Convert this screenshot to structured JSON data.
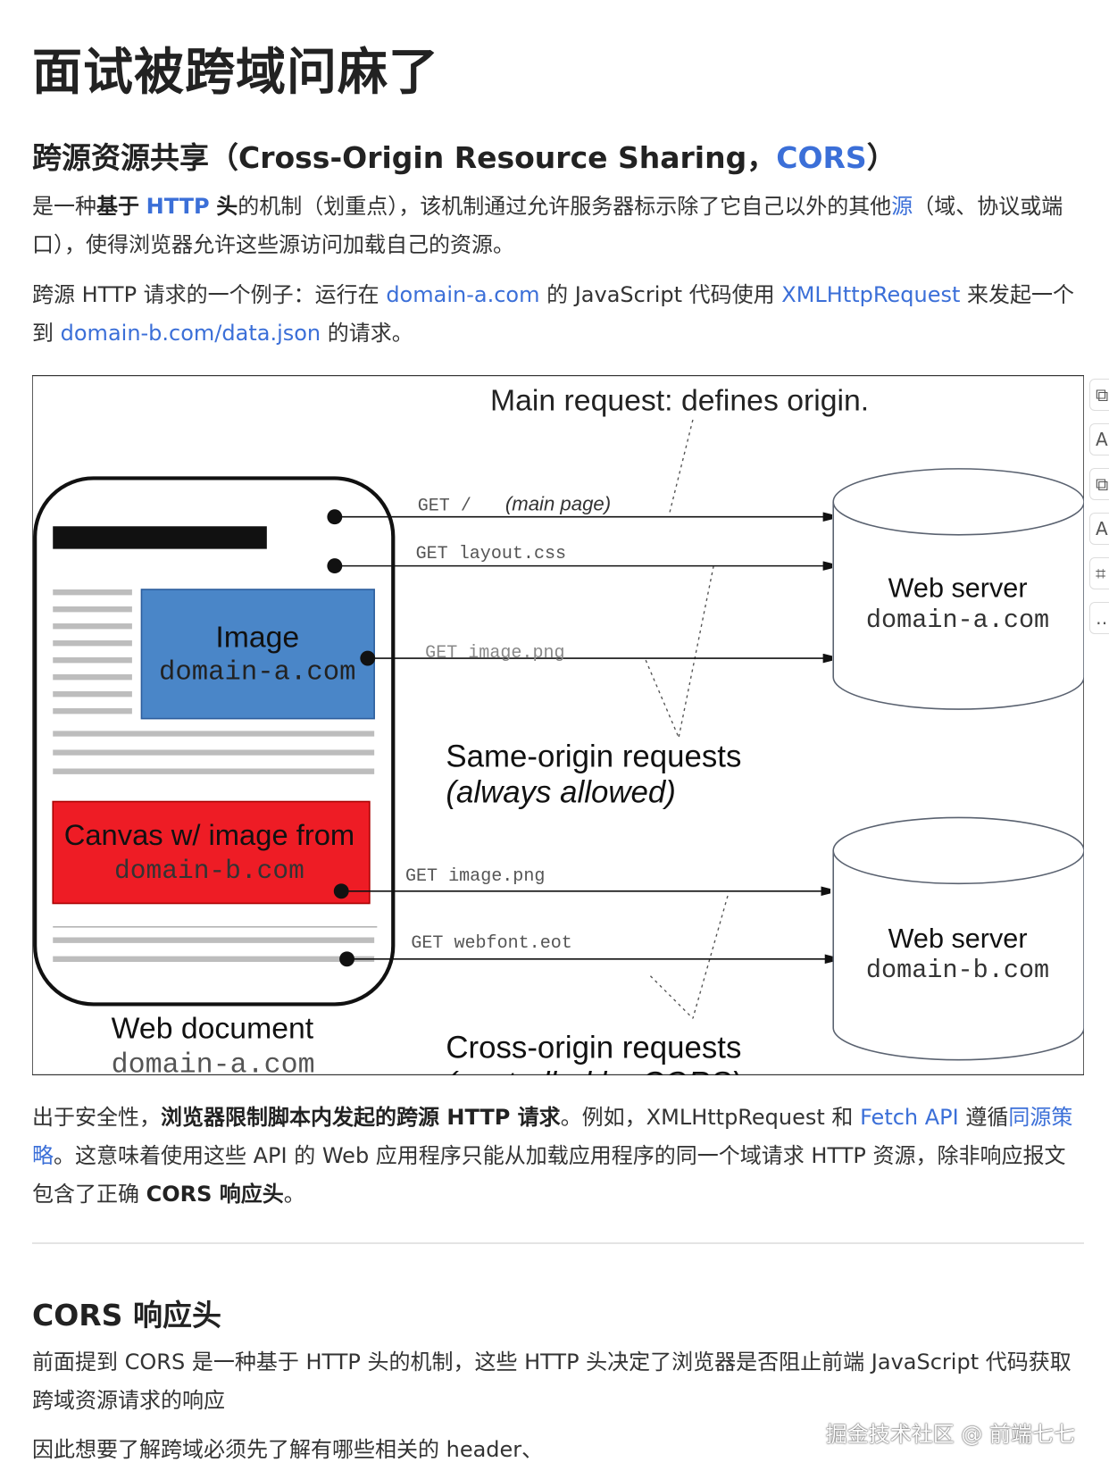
{
  "title": "面试被跨域问麻了",
  "section1": {
    "heading_prefix": "跨源资源共享（Cross-Origin Resource Sharing，",
    "heading_link": "CORS",
    "heading_suffix": "）",
    "p1": {
      "t1": "是一种",
      "b1": "基于",
      "link1": "HTTP",
      "b2": "头",
      "t2": "的机制（划重点），该机制通过允许服务器标示除了它自己以外的其他",
      "link2": "源",
      "t3": "（域、协议或端口），使得浏览器允许这些源访问加载自己的资源。"
    },
    "p2": {
      "t1": "跨源 HTTP 请求的一个例子：运行在 ",
      "link1": "domain-a.com",
      "t2": " 的 JavaScript 代码使用 ",
      "link2": "XMLHttpRequest",
      "t3": " 来发起一个到 ",
      "link3": "domain-b.com/data.json",
      "t4": " 的请求。"
    },
    "p3": {
      "t1": "出于安全性，",
      "b1": "浏览器限制脚本内发起的跨源 HTTP 请求",
      "t2": "。例如，XMLHttpRequest 和 ",
      "link1": "Fetch API",
      "t3": " 遵循",
      "link2": "同源策略",
      "t4": "。这意味着使用这些 API 的 Web 应用程序只能从加载应用程序的同一个域请求 HTTP 资源，除非响应报文包含了正确 ",
      "b2": "CORS 响应头",
      "t5": "。"
    }
  },
  "diagram": {
    "caption_main": "Main request: defines origin.",
    "req_main_get": "GET /",
    "req_main_note": "(main page)",
    "req_layout": "GET layout.css",
    "req_image_a": "GET image.png",
    "req_image_b": "GET image.png",
    "req_webfont": "GET webfont.eot",
    "image_label": "Image",
    "image_domain": "domain-a.com",
    "canvas_label": "Canvas w/ image from",
    "canvas_domain": "domain-b.com",
    "server_a_label": "Web server",
    "server_a_domain": "domain-a.com",
    "server_b_label": "Web server",
    "server_b_domain": "domain-b.com",
    "same_origin": "Same-origin requests",
    "same_origin_note": "(always allowed)",
    "cross_origin": "Cross-origin requests",
    "cross_origin_note": "(controlled by CORS)",
    "doc_label": "Web document",
    "doc_domain": "domain-a.com",
    "colors": {
      "image_box": "#4a86c8",
      "canvas_box": "#ee1c25"
    }
  },
  "section2": {
    "heading": "CORS 响应头",
    "p1": "前面提到 CORS 是一种基于 HTTP 头的机制，这些 HTTP 头决定了浏览器是否阻止前端 JavaScript 代码获取跨域资源请求的响应",
    "p2": "因此想要了解跨域必须先了解有哪些相关的 header、"
  },
  "side_tools": [
    "image-ocr-icon",
    "text-icon",
    "image-ocr-icon",
    "text-icon",
    "scan-icon",
    "more-icon"
  ],
  "watermark": "掘金技术社区 @ 前端七七",
  "link_color": "#3b6fd8"
}
